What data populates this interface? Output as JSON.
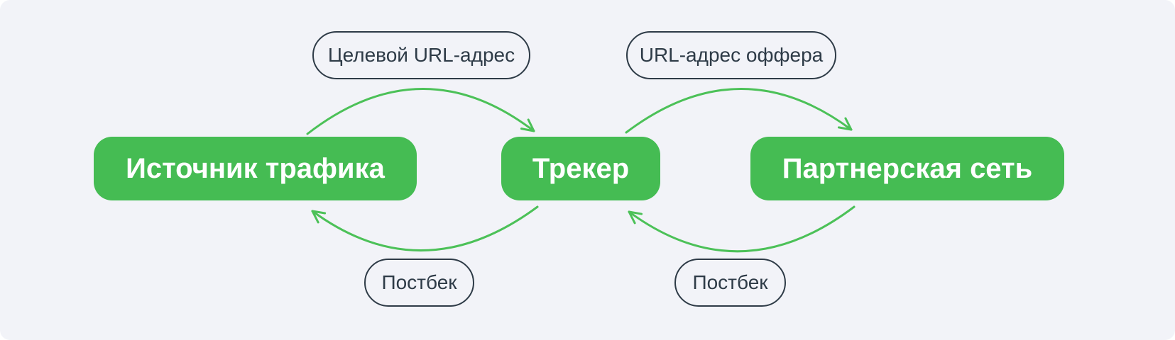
{
  "colors": {
    "canvas_background": "#F2F3F8",
    "node_fill": "#45BC53",
    "node_text": "#FFFFFF",
    "arrow": "#4CC158",
    "outline": "#2E3B47"
  },
  "nodes": [
    {
      "id": "traffic-source",
      "label": "Источник трафика"
    },
    {
      "id": "tracker",
      "label": "Трекер"
    },
    {
      "id": "affiliate-network",
      "label": "Партнерская сеть"
    }
  ],
  "edge_labels": {
    "target_url": "Целевой URL-адрес",
    "offer_url": "URL-адрес оффера",
    "postback_left": "Постбек",
    "postback_right": "Постбек"
  },
  "arrows": [
    {
      "name": "target-url-arrow",
      "from": "traffic-source",
      "to": "tracker",
      "position": "top-left"
    },
    {
      "name": "offer-url-arrow",
      "from": "tracker",
      "to": "affiliate-network",
      "position": "top-right"
    },
    {
      "name": "postback-left-arrow",
      "from": "tracker",
      "to": "traffic-source",
      "position": "bottom-left"
    },
    {
      "name": "postback-right-arrow",
      "from": "affiliate-network",
      "to": "tracker",
      "position": "bottom-right"
    }
  ]
}
